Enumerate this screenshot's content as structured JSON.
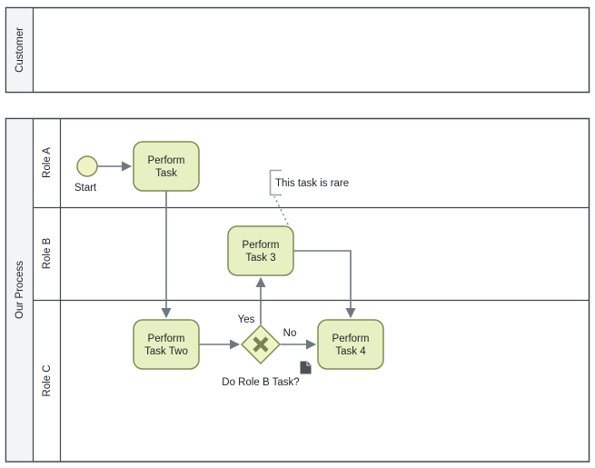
{
  "pools": {
    "customer": {
      "label": "Customer"
    },
    "our_process": {
      "label": "Our Process",
      "lanes": [
        {
          "label": "Role A"
        },
        {
          "label": "Role B"
        },
        {
          "label": "Role C"
        }
      ]
    }
  },
  "nodes": {
    "start_event": {
      "label": "Start"
    },
    "task_perform": {
      "line1": "Perform",
      "line2": "Task"
    },
    "task_perform_two": {
      "line1": "Perform",
      "line2": "Task Two"
    },
    "task_perform_3": {
      "line1": "Perform",
      "line2": "Task 3"
    },
    "task_perform_4": {
      "line1": "Perform",
      "line2": "Task 4"
    },
    "gateway": {
      "label": "Do Role B Task?"
    },
    "annotation": {
      "text": "This task is rare"
    }
  },
  "flows": {
    "yes_label": "Yes",
    "no_label": "No"
  },
  "colors": {
    "node_fill": "#e7f0c3",
    "node_stroke": "#7d8c57",
    "event_fill": "#eef4c6",
    "pool_stroke": "#40464d",
    "pool_header_fill": "#f2f4f6",
    "connector": "#70787f"
  }
}
